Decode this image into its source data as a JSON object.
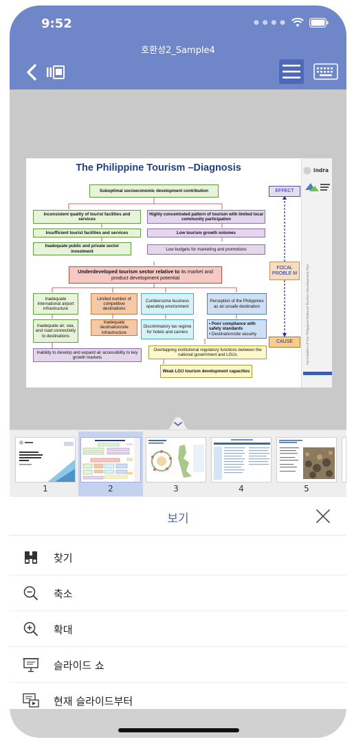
{
  "status": {
    "time": "9:52"
  },
  "header": {
    "title": "호환성2_Sample4"
  },
  "slide": {
    "title": "The Philippine Tourism –Diagnosis",
    "logo_text": "indra",
    "side_text": "Formulation of the Philippine National Tourism Development Plan",
    "boxes": {
      "b1": "Suboptimal socioeconomic development contribution",
      "b2": "Inconsistent quality of tourist facilities and services",
      "b3": "Highly concentrated pattern of tourism with limited local community participation",
      "b4": "Insufficient tourist facilities and services",
      "b5": "Low tourism growth volumes",
      "b6": "Inadequate public and private sector investment",
      "b7": "Low budgets for marketing and promotions",
      "b8_bold": "Underdeveloped tourism sector relative to",
      "b8_rest": " its market and product development potential",
      "b9": "Inadequate international airport infrastructure",
      "b10": "Limited number of competitive destinations",
      "b11": "Cumbersome business operating environment",
      "b12": "Perception of the Philippines as an unsafe destination",
      "b13": "Inadequate air, sea, and road connectivity to destinations",
      "b14": "Inadequate destination/site infrastructure",
      "b15": "Discriminatory tax regime for hotels and carriers",
      "b16a": "• Poor compliance with safety standards",
      "b16b": "• Destination/site security",
      "b17": "Inability to develop and expand air accessibility to key growth markets",
      "b18": "Overlapping institutional regulatory functions between the national government and LGUs",
      "b19": "Weak LGU tourism development capacities",
      "effect": "EFFECT",
      "focal": "FOCAL PROBLE M",
      "cause": "CAUSE"
    }
  },
  "thumbnails": [
    {
      "num": "1",
      "kind": "title"
    },
    {
      "num": "2",
      "kind": "diagram",
      "selected": true
    },
    {
      "num": "3",
      "kind": "map"
    },
    {
      "num": "4",
      "kind": "text"
    },
    {
      "num": "5",
      "kind": "photo"
    }
  ],
  "menu": {
    "title": "보기",
    "items": [
      {
        "label": "찾기",
        "icon": "binoculars-icon"
      },
      {
        "label": "축소",
        "icon": "zoom-out-icon"
      },
      {
        "label": "확대",
        "icon": "zoom-in-icon"
      },
      {
        "label": "슬라이드 쇼",
        "icon": "slideshow-icon"
      },
      {
        "label": "현재 슬라이드부터",
        "icon": "slideshow-current-icon"
      }
    ]
  },
  "colors": {
    "header": "#6f86c9",
    "accent": "#4b66b5",
    "selected_thumb": "#c4d1ef"
  }
}
